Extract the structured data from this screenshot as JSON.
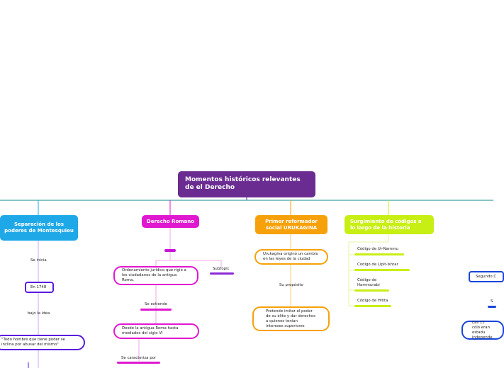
{
  "title": "Momentos históricos relevantes de el Derecho",
  "branches": {
    "montesquieu": {
      "header": "Separación de los poderes de Montesquieu",
      "color": "#1ea8e8",
      "se_inicia": "Se inicia",
      "year": "En 1748",
      "bajo_la_idea": "bajo la idea",
      "quote": "\"Todo hombre que tiene poder se inclina por abusar del mismo\""
    },
    "romano": {
      "header": "Derecho Romano",
      "color": "#e018d0",
      "ordenamiento": "Ordenamiento jurídico que rigió a los ciudadanos de la  antigua Roma.",
      "subtopic": "Subtopic",
      "se_extiende": "Se extiende",
      "desde": "Desde la antigua Roma hasta mediados del siglo VI",
      "caracteriza": "Se caracteriza por"
    },
    "urukagina": {
      "header": "Primer reformador social URUKAGINA",
      "color": "#f7a10a",
      "origino": "Urukagina originó un cambio en las leyes de la ciudad",
      "proposito": "Su propósito",
      "pretende": "Pretende imitar el poder de su élite y dar derechos a quienes tenían intereses superiores"
    },
    "codigos": {
      "header": "Surgimiento de códigos a lo largo de la historia",
      "color": "#c8ef14",
      "items": [
        "Código de Ur-Nammu",
        "Código de Lipit-Ishtar",
        "Código de Hammurabi",
        "Código de Hitita"
      ]
    },
    "right": {
      "color": "#1a45d8",
      "segundo": "Segundo C",
      "s": "S",
      "colonias": "Las 13 colo eran estadu independe"
    }
  },
  "colors": {
    "title": "#6a2c91",
    "main_line": "#0f8a8a"
  }
}
